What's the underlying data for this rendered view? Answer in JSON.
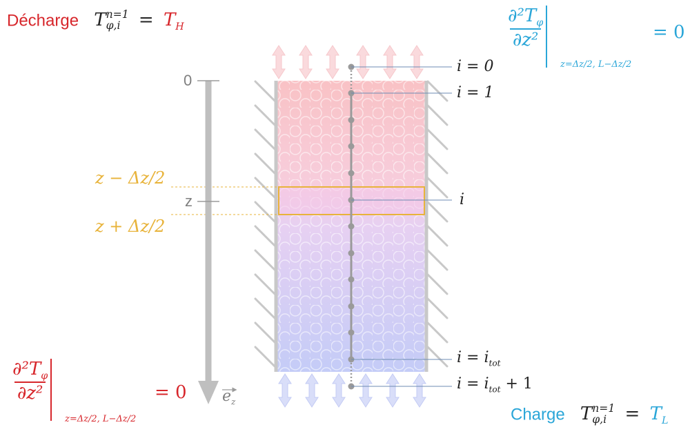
{
  "top_left": {
    "label": "Décharge",
    "lhs": "T",
    "lhs_super": "n=1",
    "lhs_sub": "φ,i",
    "eq": "=",
    "rhs": "T",
    "rhs_sub": "H"
  },
  "bottom_right": {
    "label": "Charge",
    "lhs": "T",
    "lhs_super": "n=1",
    "lhs_sub": "φ,i",
    "eq": "=",
    "rhs": "T",
    "rhs_sub": "L"
  },
  "bc_top": {
    "num": "∂²T",
    "num_sub": "φ",
    "den": "∂z²",
    "eval_at": "z=Δz/2, L−Δz/2",
    "result": "= 0"
  },
  "bc_bottom": {
    "num": "∂²T",
    "num_sub": "φ",
    "den": "∂z²",
    "eval_at": "z=Δz/2, L−Δz/2",
    "result": "= 0"
  },
  "axis": {
    "zero": "0",
    "z": "z",
    "z_minus": "z − Δz/2",
    "z_plus": "z + Δz/2",
    "unit_vector": "e",
    "unit_vector_sub": "z"
  },
  "nodes": {
    "i0": "i = 0",
    "i1": "i = 1",
    "i": "i",
    "itot": "i = i",
    "itot_sub": "tot",
    "itot1": "i = i",
    "itot1_sub": "tot",
    "itot1_suffix": " + 1"
  },
  "colors": {
    "hot": "#f8c6c8",
    "cold": "#c7cdf6",
    "red": "#d7262b",
    "blue": "#2aa6d8",
    "orange": "#e8b33a",
    "gray": "#8c8c8c"
  }
}
